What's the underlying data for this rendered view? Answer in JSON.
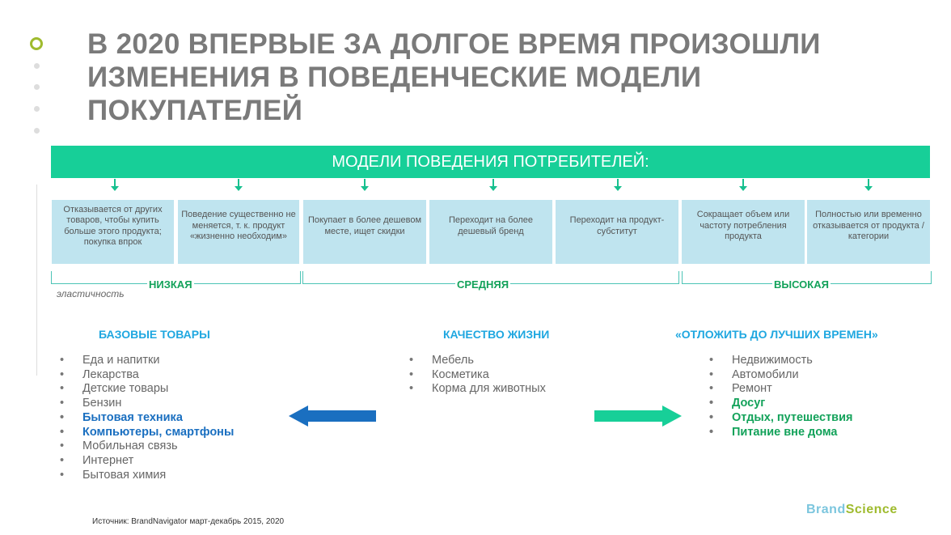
{
  "title": "В 2020 ВПЕРВЫЕ ЗА ДОЛГОЕ ВРЕМЯ ПРОИЗОШЛИ ИЗМЕНЕНИЯ В ПОВЕДЕНЧЕСКИЕ МОДЕЛИ ПОКУПАТЕЛЕЙ",
  "banner": "МОДЕЛИ ПОВЕДЕНИЯ ПОТРЕБИТЕЛЕЙ:",
  "behaviors": [
    "Отказывается от других товаров, чтобы купить больше этого продукта; покупка впрок",
    "Поведение существенно не меняется, т. к. продукт «жизненно необходим»",
    "Покупает в более дешевом месте, ищет скидки",
    "Переходит на более дешевый бренд",
    "Переходит на продукт-субститут",
    "Сокращает объем или частоту потребления продукта",
    "Полностью или временно отказывается от продукта / категории"
  ],
  "elasticity": {
    "label": "эластичность",
    "low": "НИЗКАЯ",
    "mid": "СРЕДНЯЯ",
    "high": "ВЫСОКАЯ"
  },
  "groups": [
    {
      "title": "БАЗОВЫЕ ТОВАРЫ",
      "items": [
        "Еда и напитки",
        "Лекарства",
        "Детские товары",
        "Бензин",
        "Бытовая техника",
        "Компьютеры, смартфоны",
        "Мобильная связь",
        "Интернет",
        "Бытовая химия"
      ]
    },
    {
      "title": "КАЧЕСТВО ЖИЗНИ",
      "items": [
        "Мебель",
        "Косметика",
        "Корма для животных"
      ]
    },
    {
      "title": "«ОТЛОЖИТЬ ДО ЛУЧШИХ ВРЕМЕН»",
      "items": [
        "Недвижимость",
        "Автомобили",
        "Ремонт",
        "Досуг",
        "Отдых, путешествия",
        "Питание вне дома"
      ]
    }
  ],
  "source": "Источник: BrandNavigator март-декабрь 2015, 2020",
  "logo": {
    "part1": "Brand",
    "part2": "Science",
    "color1": "#7cc6de",
    "color2": "#9fbb2e"
  },
  "colors": {
    "accent": "#17cf98",
    "blue": "#1a6fc0",
    "green": "#13a25a"
  }
}
